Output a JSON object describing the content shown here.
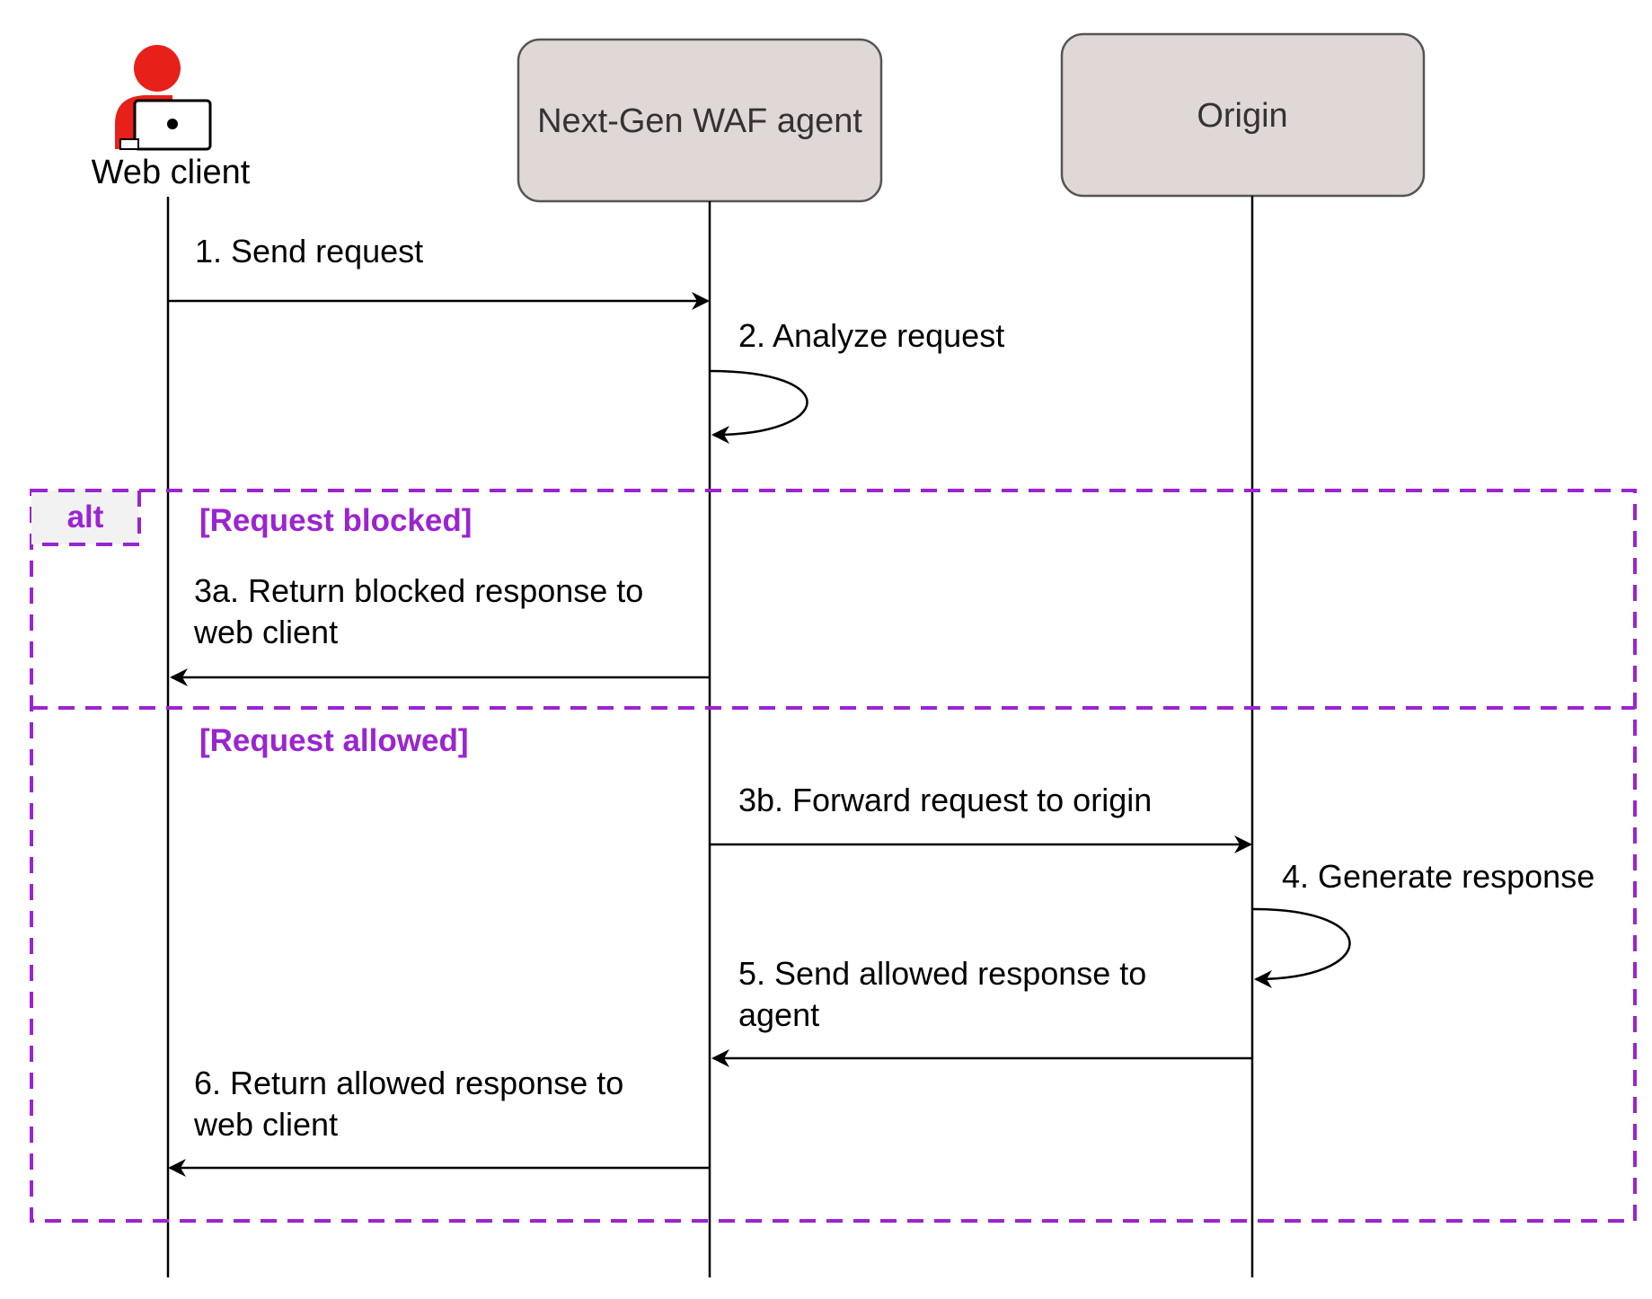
{
  "participants": {
    "web_client": "Web client",
    "waf_agent": "Next-Gen WAF agent",
    "origin": "Origin"
  },
  "messages": {
    "m1": "1. Send request",
    "m2": "2. Analyze request",
    "m3a_line1": "3a. Return blocked response to",
    "m3a_line2": "web client",
    "m3b": "3b. Forward request to origin",
    "m4": "4. Generate response",
    "m5_line1": "5. Send allowed response to",
    "m5_line2": "agent",
    "m6_line1": "6. Return allowed response to",
    "m6_line2": "web client"
  },
  "alt_frame": {
    "operator": "alt",
    "guard_blocked": "[Request blocked]",
    "guard_allowed": "[Request allowed]"
  },
  "colors": {
    "frame_accent": "#9b24d1",
    "actor_red": "#e8201a",
    "participant_fill": "#e0d8d6"
  },
  "icons": {
    "web_client": "user-laptop-icon"
  }
}
